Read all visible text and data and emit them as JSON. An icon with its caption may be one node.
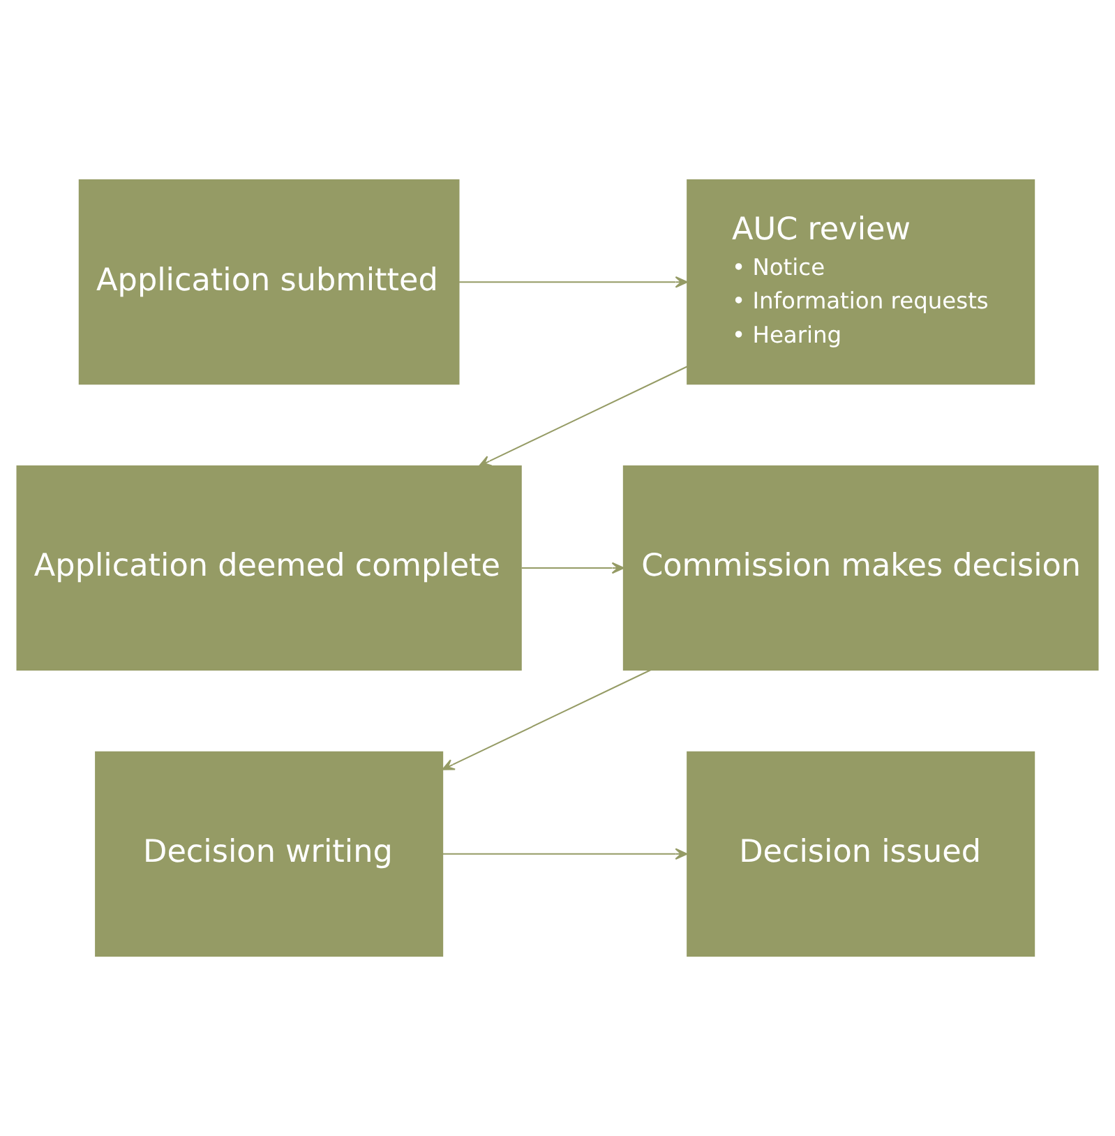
{
  "diagram": {
    "nodes": [
      {
        "text": [
          "Application submitted"
        ]
      },
      {
        "text": [
          "AUC review",
          "• Notice",
          "• Information requests",
          "• Hearing"
        ]
      },
      {
        "text": [
          "Application deemed complete"
        ]
      },
      {
        "text": [
          "Commission makes decision"
        ]
      },
      {
        "text": [
          "Decision writing"
        ]
      },
      {
        "text": [
          "Decision issued"
        ]
      }
    ],
    "edges": [
      {
        "from": 0,
        "to": 1,
        "arrow": "to"
      },
      {
        "from": 1,
        "to": 2,
        "arrow": "to"
      },
      {
        "from": 2,
        "to": 3,
        "arrow": "to"
      },
      {
        "from": 3,
        "to": 4,
        "arrow": "to"
      },
      {
        "from": 4,
        "to": 5,
        "arrow": "to"
      }
    ]
  }
}
